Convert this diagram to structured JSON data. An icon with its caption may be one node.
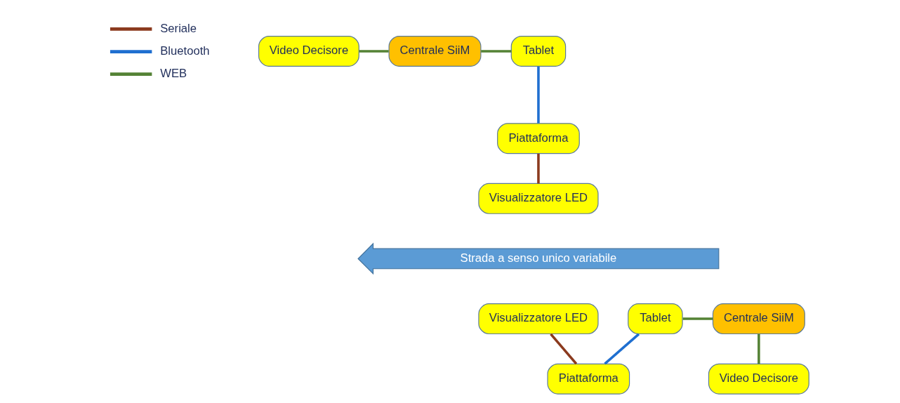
{
  "diagram": {
    "nodes": [
      {
        "text": [
          "Centrale SiiM"
        ]
      },
      {
        "text": [
          "Tablet"
        ]
      },
      {
        "text": [
          "Piattaforma"
        ]
      },
      {
        "text": [
          "Video Decisore"
        ]
      },
      {
        "text": [
          "Visualizzatore LED"
        ]
      },
      {
        "text": [
          "Strada a senso unico variabile"
        ]
      },
      {
        "text": [
          "Visualizzatore LED"
        ]
      },
      {
        "text": [
          "Video Decisore"
        ]
      },
      {
        "text": [
          "Piattaforma"
        ]
      },
      {
        "text": [
          "Tablet"
        ]
      },
      {
        "text": [
          "Centrale SiiM"
        ]
      }
    ],
    "edges": [
      {
        "from": 3,
        "to": 0,
        "arrow": "none"
      },
      {
        "from": 0,
        "to": 1,
        "arrow": "none"
      },
      {
        "from": 1,
        "to": 2,
        "arrow": "none",
        "color": "#1f6fd0"
      },
      {
        "from": 2,
        "to": 4,
        "arrow": "none",
        "color": "#8b3a1e"
      },
      {
        "from": 6,
        "to": 8,
        "arrow": "none",
        "color": "#8b3a1e"
      },
      {
        "from": 8,
        "to": 9,
        "arrow": "none",
        "color": "#1f6fd0"
      },
      {
        "from": 9,
        "to": 10,
        "arrow": "none"
      },
      {
        "from": 10,
        "to": 7,
        "arrow": "none"
      }
    ],
    "legend": [
      {
        "text": "Seriale"
      },
      {
        "text": "Bluetooth"
      },
      {
        "text": "WEB"
      }
    ]
  }
}
